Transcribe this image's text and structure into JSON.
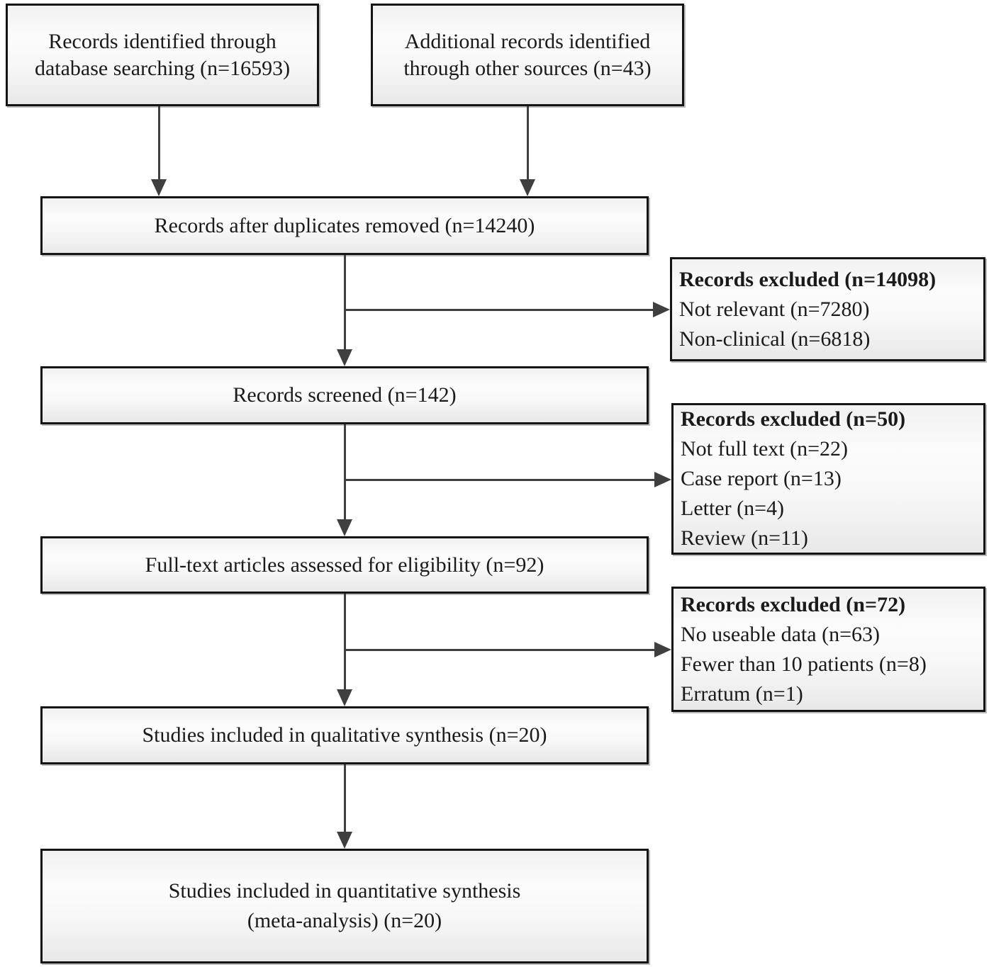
{
  "boxes": {
    "identified_database": {
      "line1": "Records identified through",
      "line2": "database searching (n=16593)",
      "n": 16593
    },
    "identified_other": {
      "line1": "Additional records identified",
      "line2": "through other sources (n=43)",
      "n": 43
    },
    "after_duplicates": {
      "label": "Records after duplicates removed (n=14240)",
      "n": 14240
    },
    "screened": {
      "label": "Records screened (n=142)",
      "n": 142
    },
    "fulltext_assessed": {
      "label": "Full-text articles assessed for eligibility (n=92)",
      "n": 92
    },
    "qualitative": {
      "label": "Studies included in qualitative synthesis (n=20)",
      "n": 20
    },
    "quantitative": {
      "line1": "Studies included in quantitative synthesis",
      "line2": "(meta-analysis) (n=20)",
      "n": 20
    },
    "excluded_after_duplicates": {
      "header": "Records excluded (n=14098)",
      "n": 14098,
      "items": [
        "Not relevant (n=7280)",
        "Non-clinical (n=6818)"
      ]
    },
    "excluded_screened": {
      "header": "Records excluded (n=50)",
      "n": 50,
      "items": [
        "Not full text (n=22)",
        "Case report (n=13)",
        "Letter (n=4)",
        "Review (n=11)"
      ]
    },
    "excluded_fulltext": {
      "header": "Records excluded (n=72)",
      "n": 72,
      "items": [
        "No useable data (n=63)",
        "Fewer than 10 patients (n=8)",
        "Erratum (n=1)"
      ]
    }
  },
  "colors": {
    "box_border": "#141414",
    "arrow": "#3f3f3f",
    "text": "#1a1a1a",
    "box_fill_top": "#f1f1f1",
    "box_fill_bottom": "#e8e8e8",
    "background": "#ffffff"
  }
}
